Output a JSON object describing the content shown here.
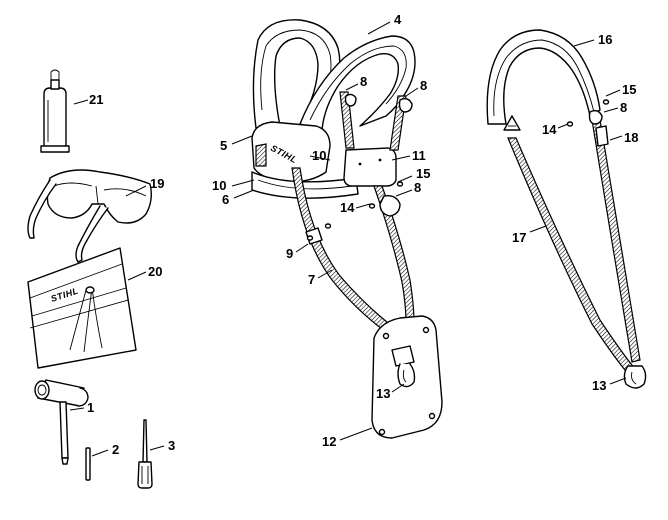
{
  "brand": "STIHL",
  "labels": [
    {
      "id": "label-1",
      "text": "1"
    },
    {
      "id": "label-2",
      "text": "2"
    },
    {
      "id": "label-3",
      "text": "3"
    },
    {
      "id": "label-4",
      "text": "4"
    },
    {
      "id": "label-5",
      "text": "5"
    },
    {
      "id": "label-6",
      "text": "6"
    },
    {
      "id": "label-7",
      "text": "7"
    },
    {
      "id": "label-8a",
      "text": "8"
    },
    {
      "id": "label-8b",
      "text": "8"
    },
    {
      "id": "label-8c",
      "text": "8"
    },
    {
      "id": "label-8d",
      "text": "8"
    },
    {
      "id": "label-9",
      "text": "9"
    },
    {
      "id": "label-10a",
      "text": "10"
    },
    {
      "id": "label-10b",
      "text": "10"
    },
    {
      "id": "label-11",
      "text": "11"
    },
    {
      "id": "label-12",
      "text": "12"
    },
    {
      "id": "label-13a",
      "text": "13"
    },
    {
      "id": "label-13b",
      "text": "13"
    },
    {
      "id": "label-14a",
      "text": "14"
    },
    {
      "id": "label-14b",
      "text": "14"
    },
    {
      "id": "label-15a",
      "text": "15"
    },
    {
      "id": "label-15b",
      "text": "15"
    },
    {
      "id": "label-16",
      "text": "16"
    },
    {
      "id": "label-17",
      "text": "17"
    },
    {
      "id": "label-18",
      "text": "18"
    },
    {
      "id": "label-19",
      "text": "19"
    },
    {
      "id": "label-20",
      "text": "20"
    },
    {
      "id": "label-21",
      "text": "21"
    }
  ]
}
